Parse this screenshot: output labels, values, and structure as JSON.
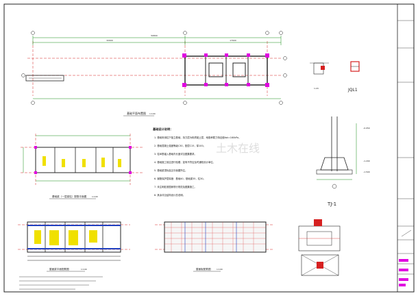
{
  "drawing": {
    "plans": {
      "top_plan": {
        "title": "基础平面布置图",
        "scale": "1:100"
      },
      "mid_left_plan": {
        "title": "基础梁（一层梁柱）配筋平面图",
        "scale": "1:100"
      },
      "bottom_left_plan": {
        "title": "屋面梁平面配筋图",
        "scale": "1:100"
      },
      "bottom_mid_plan": {
        "title": "屋面板配筋图",
        "scale": "1:100"
      }
    },
    "notes": {
      "heading": "基础设计说明：",
      "lines": [
        "1. 基础采用柱下独立基础，持力层为粉质黏土层，地基承载力特征值fak=160kPa，",
        "2. 基础混凝土强度等级C30，垫层C15，厚100。",
        "3. 柱纵筋锚入基础内长度详见图集要求。",
        "4. 基础施工前应进行验槽，如有不符应及时通知设计单位。",
        "5. 基础梁顶标高见平面图所注。",
        "6. 钢筋保护层厚度：基础40，基础梁35，柱30。",
        "7. 未注明处按国家现行规范及图集施工。",
        "8. 其余详见结构设计总说明。"
      ]
    },
    "details": {
      "column_section": {
        "label": "JQL1"
      },
      "column_section_note": {
        "label": "1:20"
      },
      "foundation_section": {
        "label": "TJ-1"
      },
      "elevations": {
        "top": "-0.050",
        "mid": "-1.200",
        "bottom": "-1.500"
      }
    },
    "dims": {
      "top_total": "50800",
      "top_left": "32900",
      "top_right": "17900"
    },
    "watermark": "土木在线"
  },
  "colors": {
    "line_red": "#d62020",
    "line_magenta": "#e000e0",
    "line_green": "#108a10",
    "line_blue": "#2040c0",
    "hatch_yellow": "#f0e000",
    "line_black": "#202020"
  }
}
